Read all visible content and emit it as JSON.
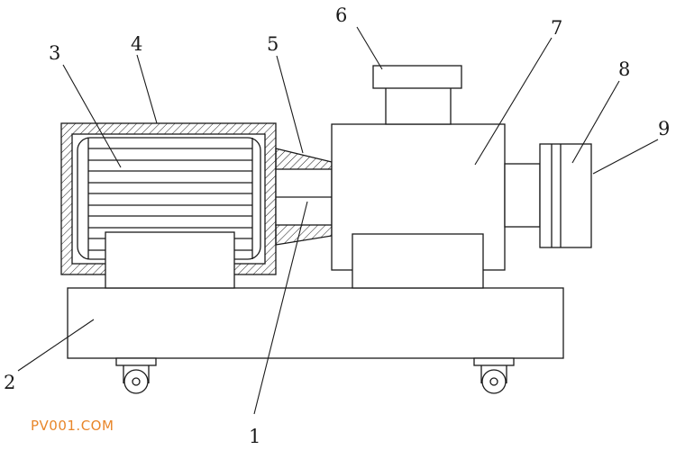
{
  "labels": {
    "l1": "1",
    "l2": "2",
    "l3": "3",
    "l4": "4",
    "l5": "5",
    "l6": "6",
    "l7": "7",
    "l8": "8",
    "l9": "9"
  },
  "watermark": "PV001.COM"
}
